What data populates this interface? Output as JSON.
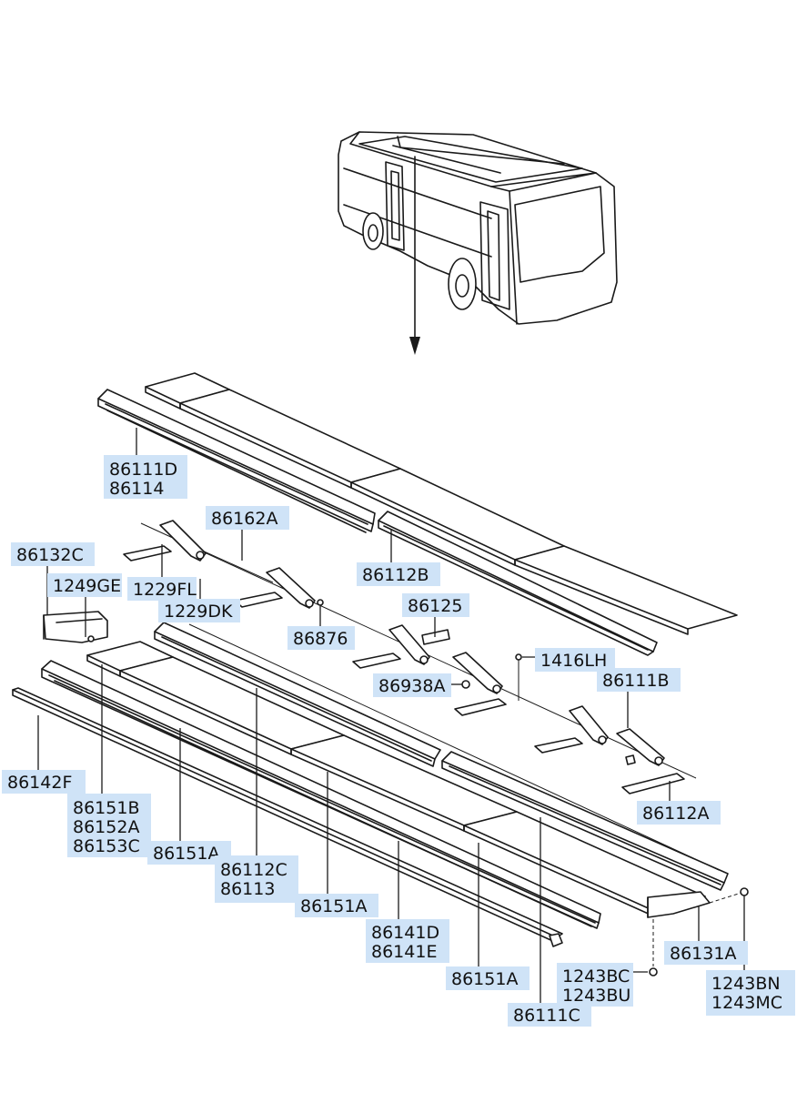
{
  "diagram": {
    "callouts": [
      {
        "id": "c1",
        "lines": [
          "86111D",
          "86114"
        ]
      },
      {
        "id": "c2",
        "lines": [
          "86162A"
        ]
      },
      {
        "id": "c3",
        "lines": [
          "86132C"
        ]
      },
      {
        "id": "c4",
        "lines": [
          "1249GE"
        ]
      },
      {
        "id": "c5",
        "lines": [
          "1229FL"
        ]
      },
      {
        "id": "c6",
        "lines": [
          "1229DK"
        ]
      },
      {
        "id": "c7",
        "lines": [
          "86112B"
        ]
      },
      {
        "id": "c8",
        "lines": [
          "86125"
        ]
      },
      {
        "id": "c9",
        "lines": [
          "86876"
        ]
      },
      {
        "id": "c10",
        "lines": [
          "1416LH"
        ]
      },
      {
        "id": "c11",
        "lines": [
          "86938A"
        ]
      },
      {
        "id": "c12",
        "lines": [
          "86111B"
        ]
      },
      {
        "id": "c13",
        "lines": [
          "86142F"
        ]
      },
      {
        "id": "c14",
        "lines": [
          "86151B",
          "86152A",
          "86153C"
        ]
      },
      {
        "id": "c15",
        "lines": [
          "86151A"
        ]
      },
      {
        "id": "c16",
        "lines": [
          "86112C",
          "86113"
        ]
      },
      {
        "id": "c17",
        "lines": [
          "86112A"
        ]
      },
      {
        "id": "c18",
        "lines": [
          "86151A"
        ]
      },
      {
        "id": "c19",
        "lines": [
          "86141D",
          "86141E"
        ]
      },
      {
        "id": "c20",
        "lines": [
          "86131A"
        ]
      },
      {
        "id": "c21",
        "lines": [
          "1243BC",
          "1243BU"
        ]
      },
      {
        "id": "c22",
        "lines": [
          "1243BN",
          "1243MC"
        ]
      },
      {
        "id": "c23",
        "lines": [
          "86151A"
        ]
      },
      {
        "id": "c24",
        "lines": [
          "86111C"
        ]
      }
    ]
  }
}
